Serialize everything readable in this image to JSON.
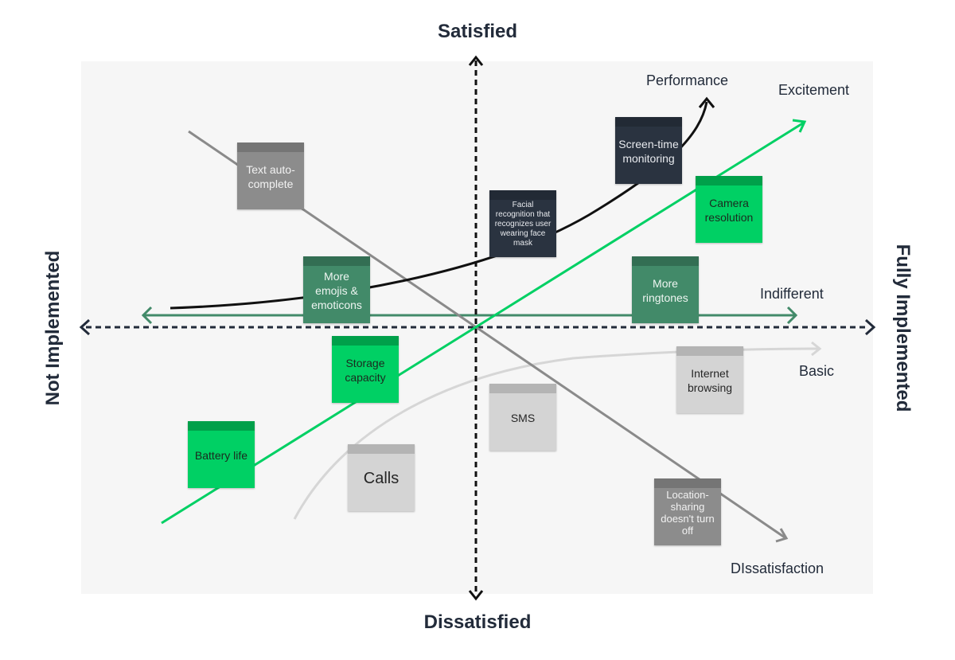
{
  "axes": {
    "top": "Satisfied",
    "bottom": "Dissatisfied",
    "left": "Not Implemented",
    "right": "Fully Implemented"
  },
  "curves": [
    {
      "id": "performance",
      "label": "Performance",
      "color": "#111111"
    },
    {
      "id": "excitement",
      "label": "Excitement",
      "color": "#00d064"
    },
    {
      "id": "indifferent",
      "label": "Indifferent",
      "color": "#428a69"
    },
    {
      "id": "basic",
      "label": "Basic",
      "color": "#d6d6d6"
    },
    {
      "id": "dissatisfaction",
      "label": "DIssatisfaction",
      "color": "#8a8a8a"
    }
  ],
  "notes": [
    {
      "id": "text-autocomplete",
      "text": "Text auto-complete",
      "category": "dissatisfaction"
    },
    {
      "id": "screen-time",
      "text": "Screen-time monitoring",
      "category": "performance"
    },
    {
      "id": "facial-recognition",
      "text": "Facial recognition that recognizes user wearing face mask",
      "category": "performance"
    },
    {
      "id": "camera-resolution",
      "text": "Camera resolution",
      "category": "excitement"
    },
    {
      "id": "more-emojis",
      "text": "More emojis & emoticons",
      "category": "indifferent"
    },
    {
      "id": "more-ringtones",
      "text": "More ringtones",
      "category": "indifferent"
    },
    {
      "id": "storage-capacity",
      "text": "Storage capacity",
      "category": "excitement"
    },
    {
      "id": "internet-browsing",
      "text": "Internet browsing",
      "category": "basic"
    },
    {
      "id": "sms",
      "text": "SMS",
      "category": "basic"
    },
    {
      "id": "battery-life",
      "text": "Battery life",
      "category": "excitement"
    },
    {
      "id": "calls",
      "text": "Calls",
      "category": "basic"
    },
    {
      "id": "location-sharing",
      "text": "Location-sharing doesn't turn off",
      "category": "dissatisfaction"
    }
  ],
  "colors": {
    "background": "#f6f6f6",
    "axis": "#222b3a",
    "dark_note": "#2a3340",
    "bright_green_note": "#00d064",
    "teal_note": "#428a69",
    "light_gray_note": "#d4d4d4",
    "mid_gray_note": "#8c8c8c"
  }
}
